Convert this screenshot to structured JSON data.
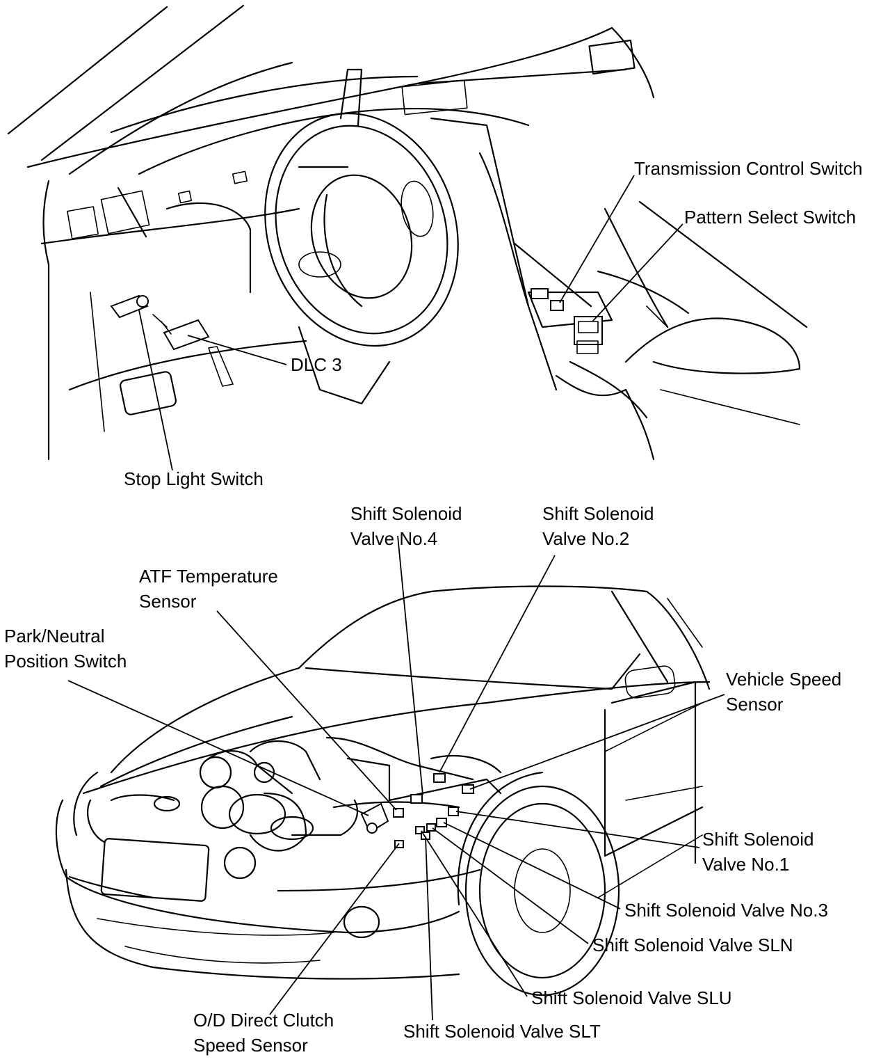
{
  "labels": {
    "transmission_control_switch": "Transmission Control Switch",
    "pattern_select_switch": "Pattern Select Switch",
    "dlc3": "DLC 3",
    "stop_light_switch": "Stop Light Switch",
    "shift_solenoid_valve_no4": [
      "Shift Solenoid",
      "Valve No.4"
    ],
    "shift_solenoid_valve_no2": [
      "Shift Solenoid",
      "Valve No.2"
    ],
    "atf_temperature_sensor": [
      "ATF Temperature",
      "Sensor"
    ],
    "park_neutral_position_switch": [
      "Park/Neutral",
      "Position Switch"
    ],
    "vehicle_speed_sensor": [
      "Vehicle Speed",
      "Sensor"
    ],
    "shift_solenoid_valve_no1": [
      "Shift Solenoid",
      "Valve No.1"
    ],
    "shift_solenoid_valve_no3": "Shift Solenoid Valve No.3",
    "shift_solenoid_valve_sln": "Shift Solenoid Valve SLN",
    "shift_solenoid_valve_slu": "Shift Solenoid Valve SLU",
    "shift_solenoid_valve_slt": "Shift Solenoid Valve SLT",
    "od_direct_clutch_speed_sensor": [
      "O/D Direct Clutch",
      "Speed Sensor"
    ]
  }
}
